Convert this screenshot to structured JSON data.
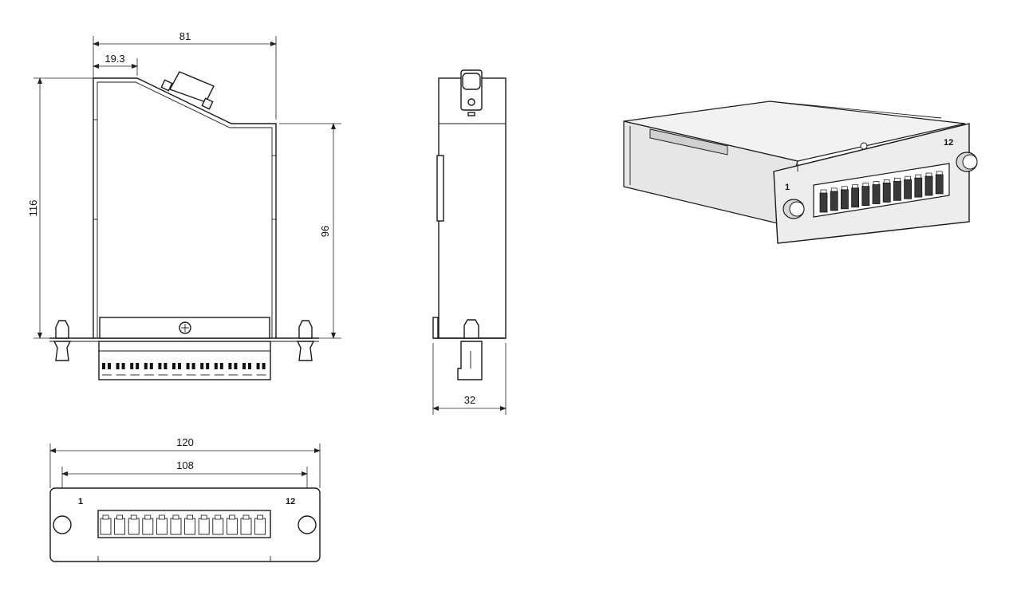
{
  "dimensions": {
    "top_width": "81",
    "top_offset": "19.3",
    "total_height": "116",
    "body_height": "96",
    "side_depth": "32",
    "front_total": "120",
    "front_hole_spacing": "108"
  },
  "port_labels": {
    "first": "1",
    "last": "12"
  },
  "iso_port_labels": {
    "first": "1",
    "last": "12"
  }
}
